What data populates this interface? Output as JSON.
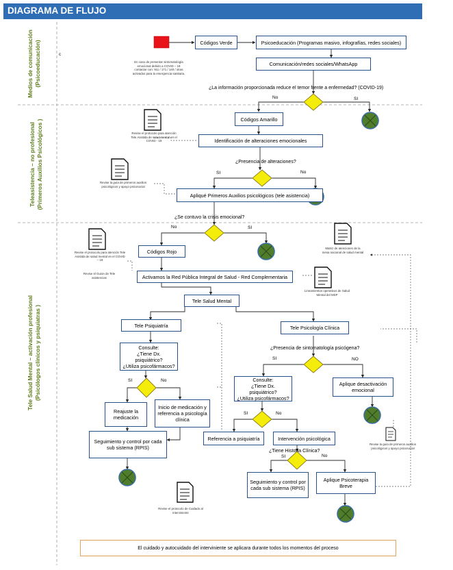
{
  "title": "DIAGRAMA DE FLUJO",
  "sections": [
    {
      "line1": "Medios de comunicación",
      "line2": "(Psicoeducación)"
    },
    {
      "line1": "Teleasistencia – no profesional",
      "line2": "(Primeros Auxilios Psicológicos )"
    },
    {
      "line1": "Tele Salud Mental – activación profesional",
      "line2": "(Psicólogos clínicos y psiquiatras )"
    }
  ],
  "stray_mark": "c",
  "boxes": {
    "codigos_verde": "Códigos Verde",
    "psicoeducacion": "Psicoeducación (Programas masivo, infografías, redes sociales)",
    "comunicacion": "Comunicación/redes sociales/WhatsApp",
    "codigos_amarillo": "Códigos Amarillo",
    "identificacion": "Identificación de alteraciones emocionales",
    "aplique_pap": "Apliqué Primeros Auxilios psicológicos (tele asistencia)",
    "codigos_rojo": "Códigos Rojo",
    "activamos": "Activamos la Red Pública Integral de Salud  - Red Complementaria",
    "tele_salud": "Tele Salud Mental",
    "tele_psiquiatria": "Tele Psiquiatría",
    "tele_psicologia": "Tele Psicología Clínica",
    "consulte_1": "Consulte:\n¿Tiene Dx. psiquiátrico?\n¿Utiliza psicofármacos?",
    "consulte_2": "Consulte:\n¿Tiene Dx. psiquiátrico?\n¿Utiliza psicofármacos?",
    "aplique_desactivacion": "Aplique desactivación emocional",
    "reajuste": "Reajuste la medicación",
    "inicio_medicacion": "Inicio de medicación y referencia a psicología clínica",
    "seguimiento_1": "Seguimiento y control por cada sub sistema (RPIS)",
    "referencia_psiquiatria": "Referencia a psiquiatría",
    "intervencion": "Intervención psicológica",
    "seguimiento_2": "Seguimiento y control por cada sub sistema (RPIS)",
    "aplique_psicoterapia": "Aplique Psicoterapia Breve",
    "footer": "El cuidado y autocuidado del interviniente se aplicara durante todos los momentos del proceso"
  },
  "questions": {
    "q1": "¿La información proporcionada reduce el temor     frente a enfermedad? (COVID-19)",
    "q2": "¿Presencia de alteraciones?",
    "q3": "¿Se contuvo la crisis emocional?",
    "q4": "¿Presencia de sintomatología psicógena?",
    "q5": "¿Tiene Historia Clínica?"
  },
  "answers": {
    "yes": "SI",
    "no": "No",
    "no_upper": "NO"
  },
  "notes": {
    "n1": "En caso de presentar sintomatología emocional debido a COVID – 19 contactar con: 911 / 171 / 140 / otras activados para la emergencia sanitaria.",
    "n2": "Revise el protocolo para atención Tele Asistida de salud mental en el COVID - 19",
    "n3": "Revise la guía de primeros auxilios psicológicos y apoyo psicosocial",
    "n4": "Revise el protocolo para atención Tele Asistida de salud mental en el COVID – 19",
    "n4b": "Revise el Guion de Tele asistencias",
    "n5": "Matriz de atenciones de la mesa nacional de salud mental",
    "n6": "Lineamientos operativos de Salud Mental del MSP",
    "n7": "Revise la guía de primeros auxilios psicológicos y apoyo psicosocial",
    "n8": "Revise el protocolo de Cuidado al interviniente"
  },
  "colors": {
    "header": "#2f6eb5",
    "box_border": "#27508a",
    "start": "#e8141a",
    "diamond": "#f4ec0a",
    "end_fill": "#4f7d2c",
    "end_ring": "#3b6fa3",
    "section_text": "#5f7d1c",
    "footer_border": "#e0a35a"
  }
}
